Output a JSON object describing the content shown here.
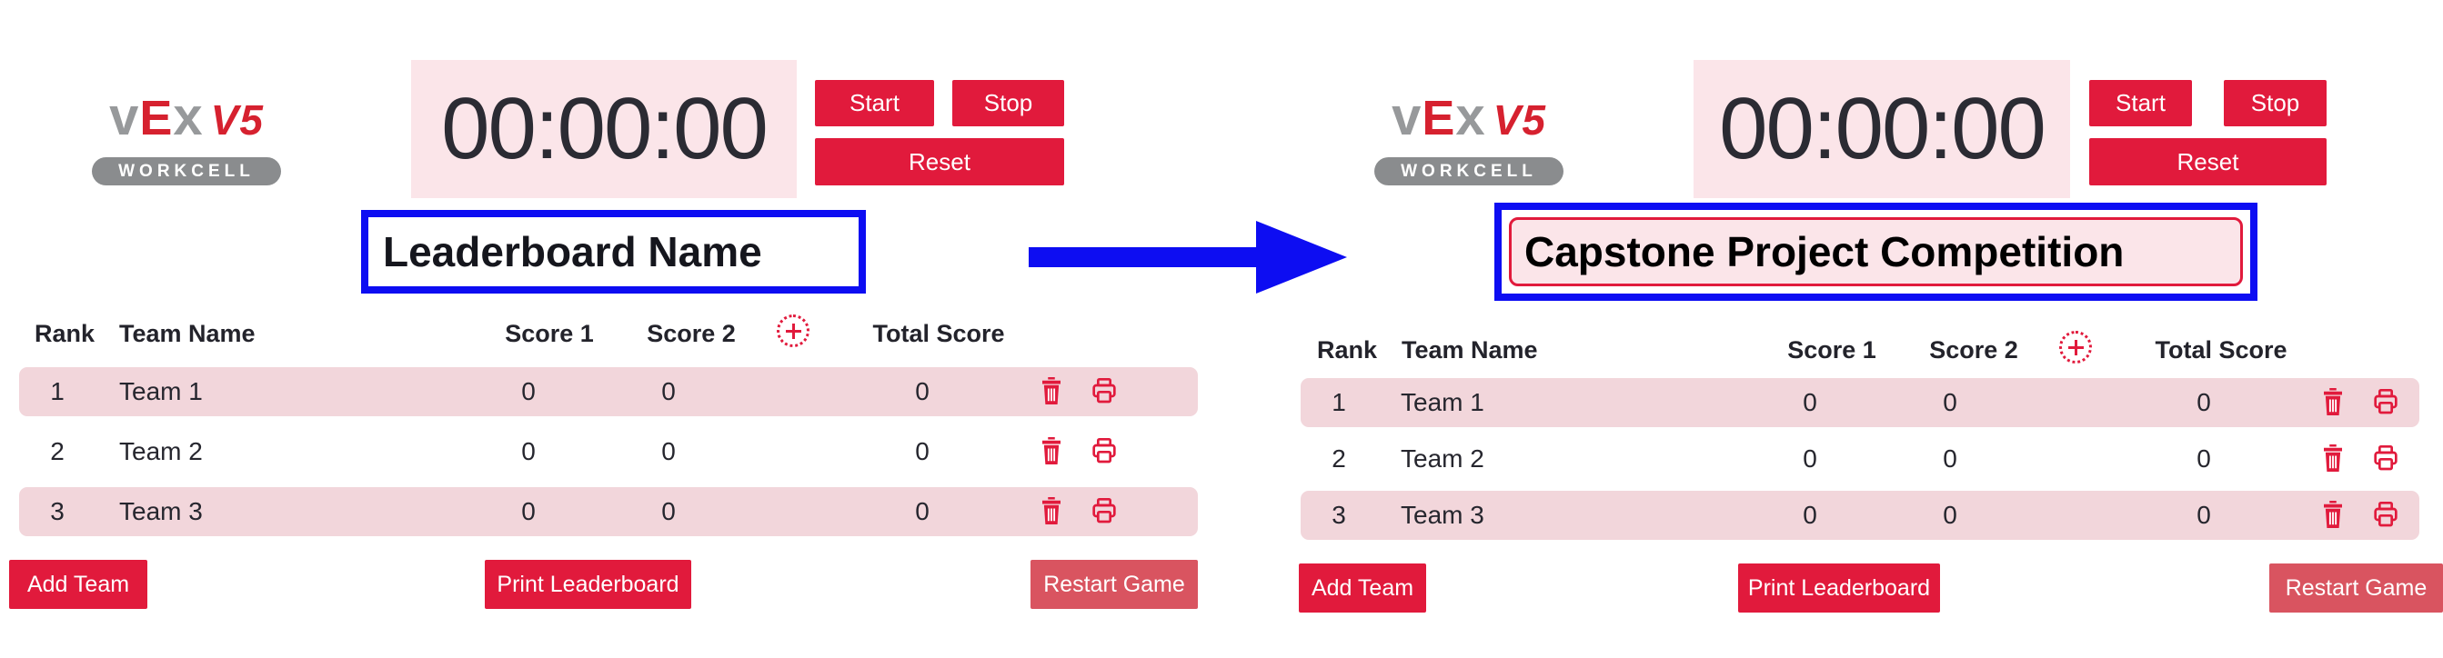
{
  "colors": {
    "accent_red": "#e11a3c",
    "restart_muted_red": "#d95460",
    "timer_pink": "#fbe5e9",
    "row_pink": "#f2d6db",
    "annotation_blue": "#0d0df2",
    "logo_gray": "#97999b",
    "logo_red": "#d6212f"
  },
  "annotation": {
    "type": "before-after arrow",
    "direction": "right"
  },
  "panels": [
    {
      "logo": {
        "v": "v",
        "e": "E",
        "x": "x",
        "model": "V5",
        "sub": "WORKCELL"
      },
      "timer": {
        "display": "00:00:00",
        "start_label": "Start",
        "stop_label": "Stop",
        "reset_label": "Reset"
      },
      "leaderboard_name": {
        "value": "Leaderboard Name",
        "state": "default"
      },
      "table": {
        "headers": {
          "rank": "Rank",
          "team": "Team Name",
          "score1": "Score 1",
          "score2": "Score 2",
          "total": "Total Score"
        },
        "add_score_column_icon": "plus-circle-icon",
        "rows": [
          {
            "rank": "1",
            "team": "Team 1",
            "score1": "0",
            "score2": "0",
            "total": "0"
          },
          {
            "rank": "2",
            "team": "Team 2",
            "score1": "0",
            "score2": "0",
            "total": "0"
          },
          {
            "rank": "3",
            "team": "Team 3",
            "score1": "0",
            "score2": "0",
            "total": "0"
          }
        ]
      },
      "footer": {
        "add_team": "Add Team",
        "print": "Print Leaderboard",
        "restart": "Restart Game"
      }
    },
    {
      "logo": {
        "v": "v",
        "e": "E",
        "x": "x",
        "model": "V5",
        "sub": "WORKCELL"
      },
      "timer": {
        "display": "00:00:00",
        "start_label": "Start",
        "stop_label": "Stop",
        "reset_label": "Reset"
      },
      "leaderboard_name": {
        "value": "Capstone Project Competition",
        "state": "editing"
      },
      "table": {
        "headers": {
          "rank": "Rank",
          "team": "Team Name",
          "score1": "Score 1",
          "score2": "Score 2",
          "total": "Total Score"
        },
        "add_score_column_icon": "plus-circle-icon",
        "rows": [
          {
            "rank": "1",
            "team": "Team 1",
            "score1": "0",
            "score2": "0",
            "total": "0"
          },
          {
            "rank": "2",
            "team": "Team 2",
            "score1": "0",
            "score2": "0",
            "total": "0"
          },
          {
            "rank": "3",
            "team": "Team 3",
            "score1": "0",
            "score2": "0",
            "total": "0"
          }
        ]
      },
      "footer": {
        "add_team": "Add Team",
        "print": "Print Leaderboard",
        "restart": "Restart Game"
      }
    }
  ]
}
